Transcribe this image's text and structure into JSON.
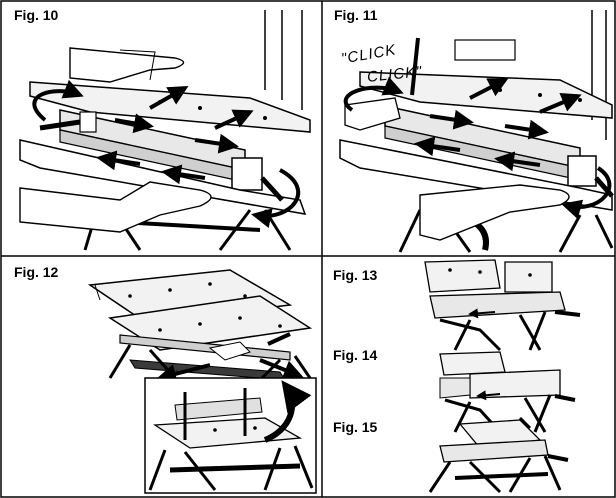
{
  "figures": {
    "fig10": {
      "label": "Fig. 10"
    },
    "fig11": {
      "label": "Fig. 11",
      "sound_1": "\"CLICK",
      "sound_2": "CLICK\""
    },
    "fig12": {
      "label": "Fig. 12"
    },
    "fig13": {
      "label": "Fig. 13"
    },
    "fig14": {
      "label": "Fig. 14"
    },
    "fig15": {
      "label": "Fig. 15"
    }
  },
  "colors": {
    "line": "#000000",
    "background": "#ffffff",
    "table_fill": "#f2f2f2",
    "shade": "#3a3a3a"
  }
}
